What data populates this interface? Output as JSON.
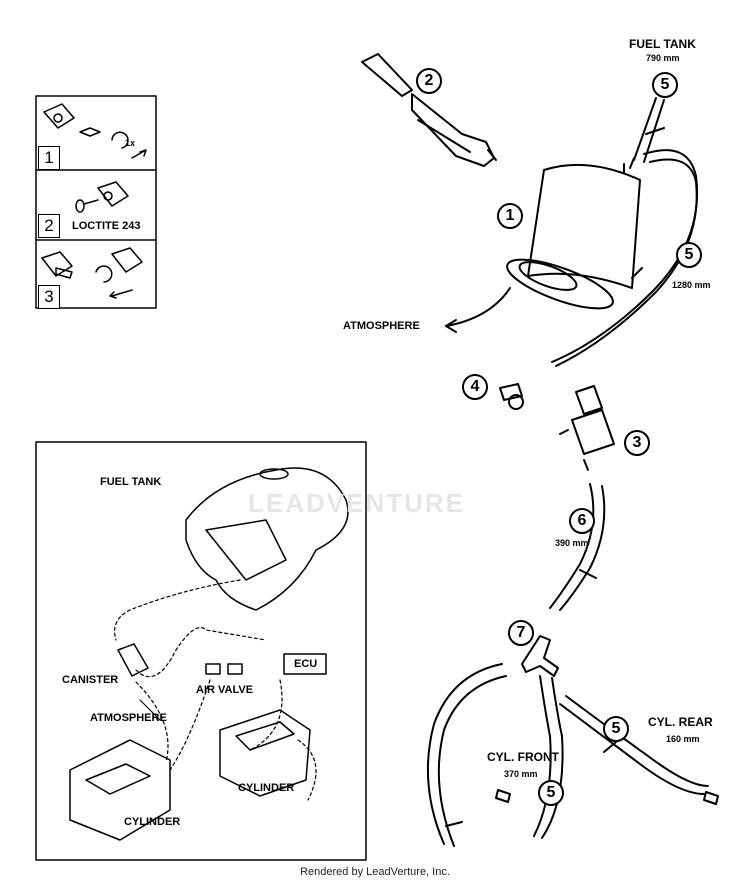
{
  "install_steps": [
    {
      "number": "1",
      "note": "1x"
    },
    {
      "number": "2",
      "note": "LOCTITE 243"
    },
    {
      "number": "3",
      "note": ""
    }
  ],
  "callouts": {
    "c1": "1",
    "c2": "2",
    "c3": "3",
    "c4": "4",
    "c5_top": "5",
    "c5_mid": "5",
    "c5_rear": "5",
    "c5_front": "5",
    "c6": "6",
    "c7": "7"
  },
  "labels": {
    "fuel_tank_top": "FUEL TANK",
    "fuel_tank_top_len": "790 mm",
    "hose_1280": "1280 mm",
    "atmosphere_main": "ATMOSPHERE",
    "hose_390": "390 mm",
    "cyl_rear": "CYL. REAR",
    "cyl_rear_len": "160 mm",
    "cyl_front": "CYL. FRONT",
    "cyl_front_len": "370 mm"
  },
  "inset": {
    "fuel_tank": "FUEL TANK",
    "canister": "CANISTER",
    "atmosphere": "ATMOSPHERE",
    "air_valve": "AIR VALVE",
    "ecu": "ECU",
    "cylinder_front": "CYLINDER",
    "cylinder_rear": "CYLINDER"
  },
  "watermark": "LEADVENTURE",
  "footer": "Rendered by LeadVerture, Inc."
}
